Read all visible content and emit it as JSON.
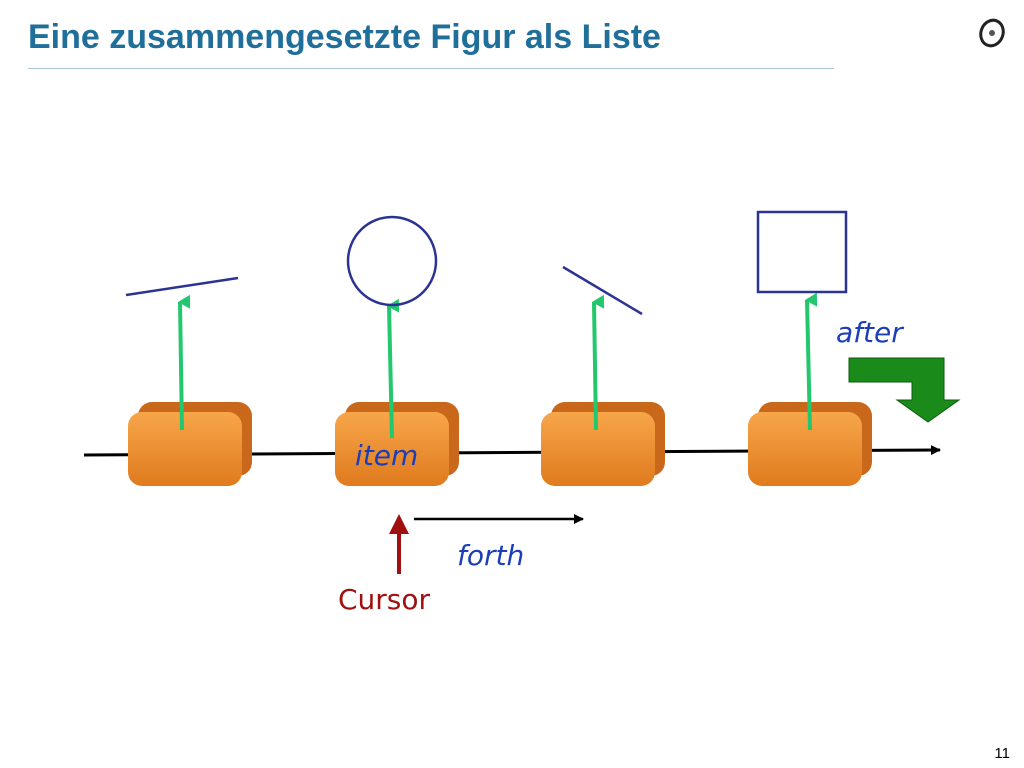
{
  "slide": {
    "title": "Eine zusammengesetzte Figur als Liste",
    "page_number": "11"
  },
  "logo": {
    "icon": "eiffel-logo-icon"
  },
  "labels": {
    "item": "item",
    "after": "after",
    "forth": "forth",
    "cursor": "Cursor"
  },
  "colors": {
    "title": "#1f6f9a",
    "cell_fill": "#f0922e",
    "cell_shadow": "#c9681a",
    "pointer_arrow": "#22c76e",
    "shape_stroke": "#2b3393",
    "label_blue": "#1c3fb8",
    "cursor_red": "#a01010",
    "after_arrow": "#1a8a1a"
  },
  "figures": [
    "line-segment",
    "circle",
    "line-segment",
    "square"
  ]
}
